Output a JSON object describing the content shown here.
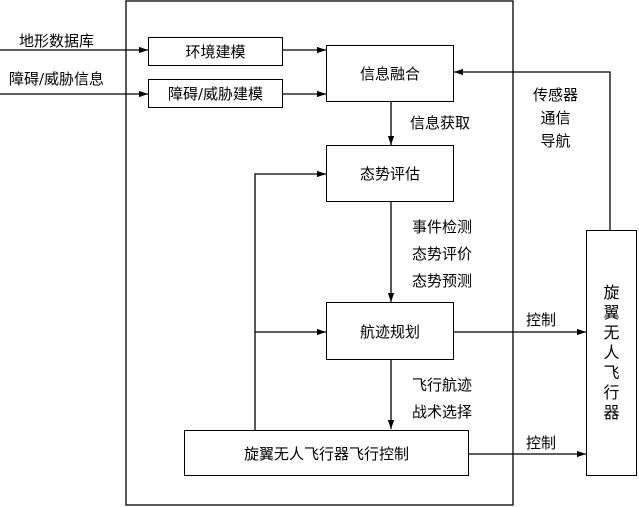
{
  "inputs": {
    "terrain_db": "地形数据库",
    "obstacle_info": "障碍/威胁信息"
  },
  "boxes": {
    "env_model": "环境建模",
    "obstacle_model": "障碍/威胁建模",
    "info_fusion": "信息融合",
    "situation_assess": "态势评估",
    "path_planning": "航迹规划",
    "flight_control": "旋翼无人飞行器飞行控制"
  },
  "labels": {
    "info_acquire": "信息获取",
    "events": [
      "事件检测",
      "态势评价",
      "态势预测"
    ],
    "flight_outputs": [
      "飞行航迹",
      "战术选择"
    ],
    "sensors": [
      "传感器",
      "通信",
      "导航"
    ],
    "control_1": "控制",
    "control_2": "控制"
  },
  "uav": {
    "chars": [
      "旋",
      "翼",
      "无",
      "人",
      "飞",
      "行",
      "器"
    ]
  }
}
